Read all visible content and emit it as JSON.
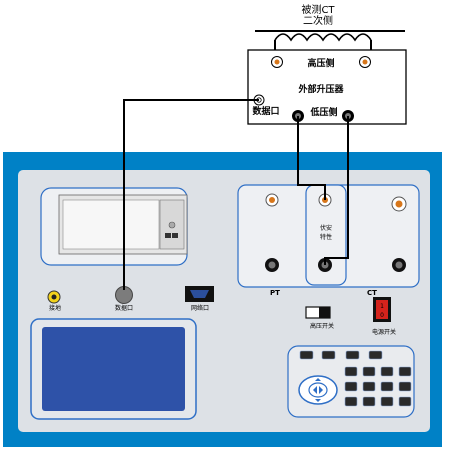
{
  "top_label_line1": "被测CT",
  "top_label_line2": "二次侧",
  "ext_box": {
    "high_side": "高压侧",
    "title": "外部升压器",
    "low_side": "低压侧",
    "data_port": "数据口"
  },
  "panel": {
    "ground": "接地",
    "data_port": "数据口",
    "network_port": "网络口",
    "pt": "PT",
    "ct": "CT",
    "mid_label_1": "伏安",
    "mid_label_2": "特性",
    "switch_label": "高压开关",
    "power_label": "电源开关",
    "power_on": "1",
    "power_off": "0"
  },
  "colors": {
    "panel_bg": "#0081c6",
    "panel_face": "#dde1e6",
    "screen": "#2e52a8",
    "terminal_red": "#d7761a",
    "power_switch": "#d4231c"
  }
}
